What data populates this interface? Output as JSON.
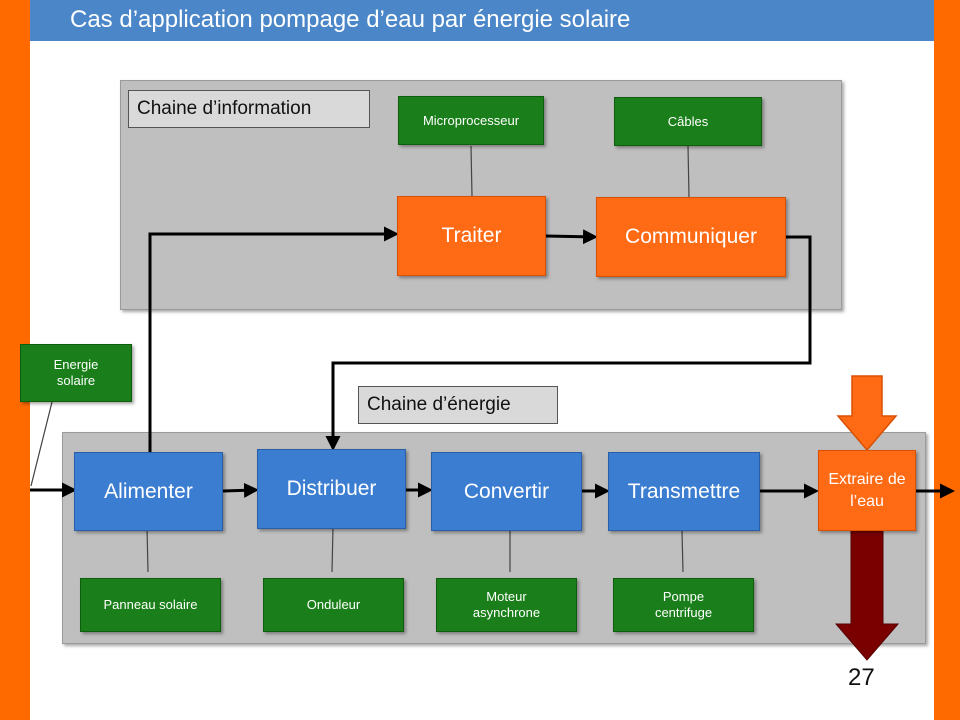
{
  "title": "Cas d’application pompage d’eau par énergie solaire",
  "chaine_information": {
    "label": "Chaine d’information",
    "traiter": "Traiter",
    "communiquer": "Communiquer",
    "microprocesseur": "Microprocesseur",
    "cables": "Câbles"
  },
  "chaine_energie": {
    "label": "Chaine d’énergie",
    "energie_solaire": "Energie solaire",
    "alimenter": "Alimenter",
    "distribuer": "Distribuer",
    "convertir": "Convertir",
    "transmettre": "Transmettre",
    "extraire": "Extraire de l’eau",
    "panneau_solaire": "Panneau solaire",
    "onduleur": "Onduleur",
    "moteur": "Moteur asynchrone",
    "pompe": "Pompe centrifuge"
  },
  "page_number": "27",
  "colors": {
    "side_bars": "#ff6a00",
    "title_bar": "#4a86c8",
    "function_info": "#ff6a14",
    "function_energy": "#3b7dd0",
    "component": "#1a7f1a",
    "output_arrow": "#7a0000",
    "panel": "#bfbfbf"
  }
}
